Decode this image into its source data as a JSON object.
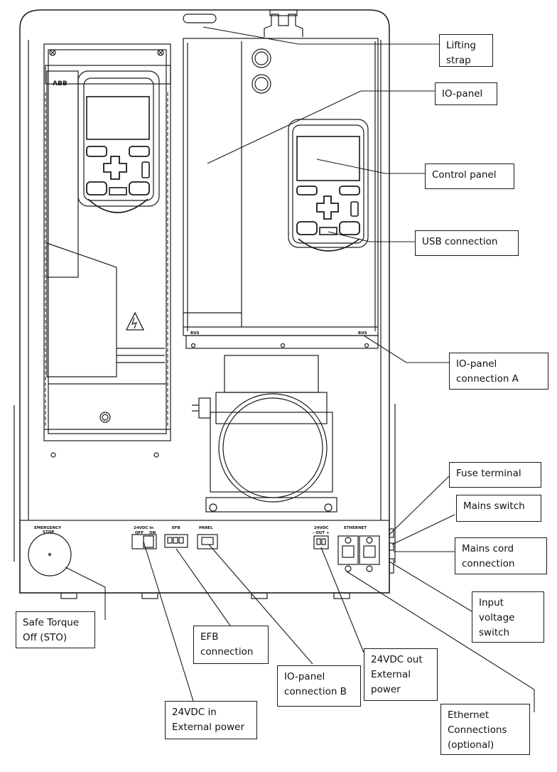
{
  "callouts": {
    "lifting_strap": "Lifting\nstrap",
    "io_panel": "IO-panel",
    "control_panel": "Control panel",
    "usb_connection": "USB connection",
    "io_panel_connection_a": "IO-panel\nconnection A",
    "fuse_terminal": "Fuse terminal",
    "mains_switch": "Mains switch",
    "mains_cord_connection": "Mains cord\nconnection",
    "input_voltage_switch": "Input\nvoltage\nswitch",
    "ethernet_connections": "Ethernet\nConnections\n(optional)",
    "safe_torque_off": "Safe Torque\nOff (STO)",
    "efb_connection": "EFB\nconnection",
    "io_panel_connection_b": "IO-panel\nconnection B",
    "out_24vdc": "24VDC out\nExternal\npower",
    "in_24vdc": "24VDC in\nExternal power"
  },
  "device_labels": {
    "brand": "ABB",
    "emergency": "EMERGENCY",
    "emergency_sub": "STOP",
    "in_24vdc": "24VDC in",
    "off": "OFF",
    "on": "ON",
    "efb": "EFB",
    "panel": "PANEL",
    "out_24vdc": "24VDC",
    "out_sub": "- OUT +",
    "ethernet": "ETHERNET",
    "bus_left": "BUS",
    "bus_right": "BUS"
  },
  "colors": {
    "line": "#1a1a1a",
    "background": "#ffffff"
  }
}
